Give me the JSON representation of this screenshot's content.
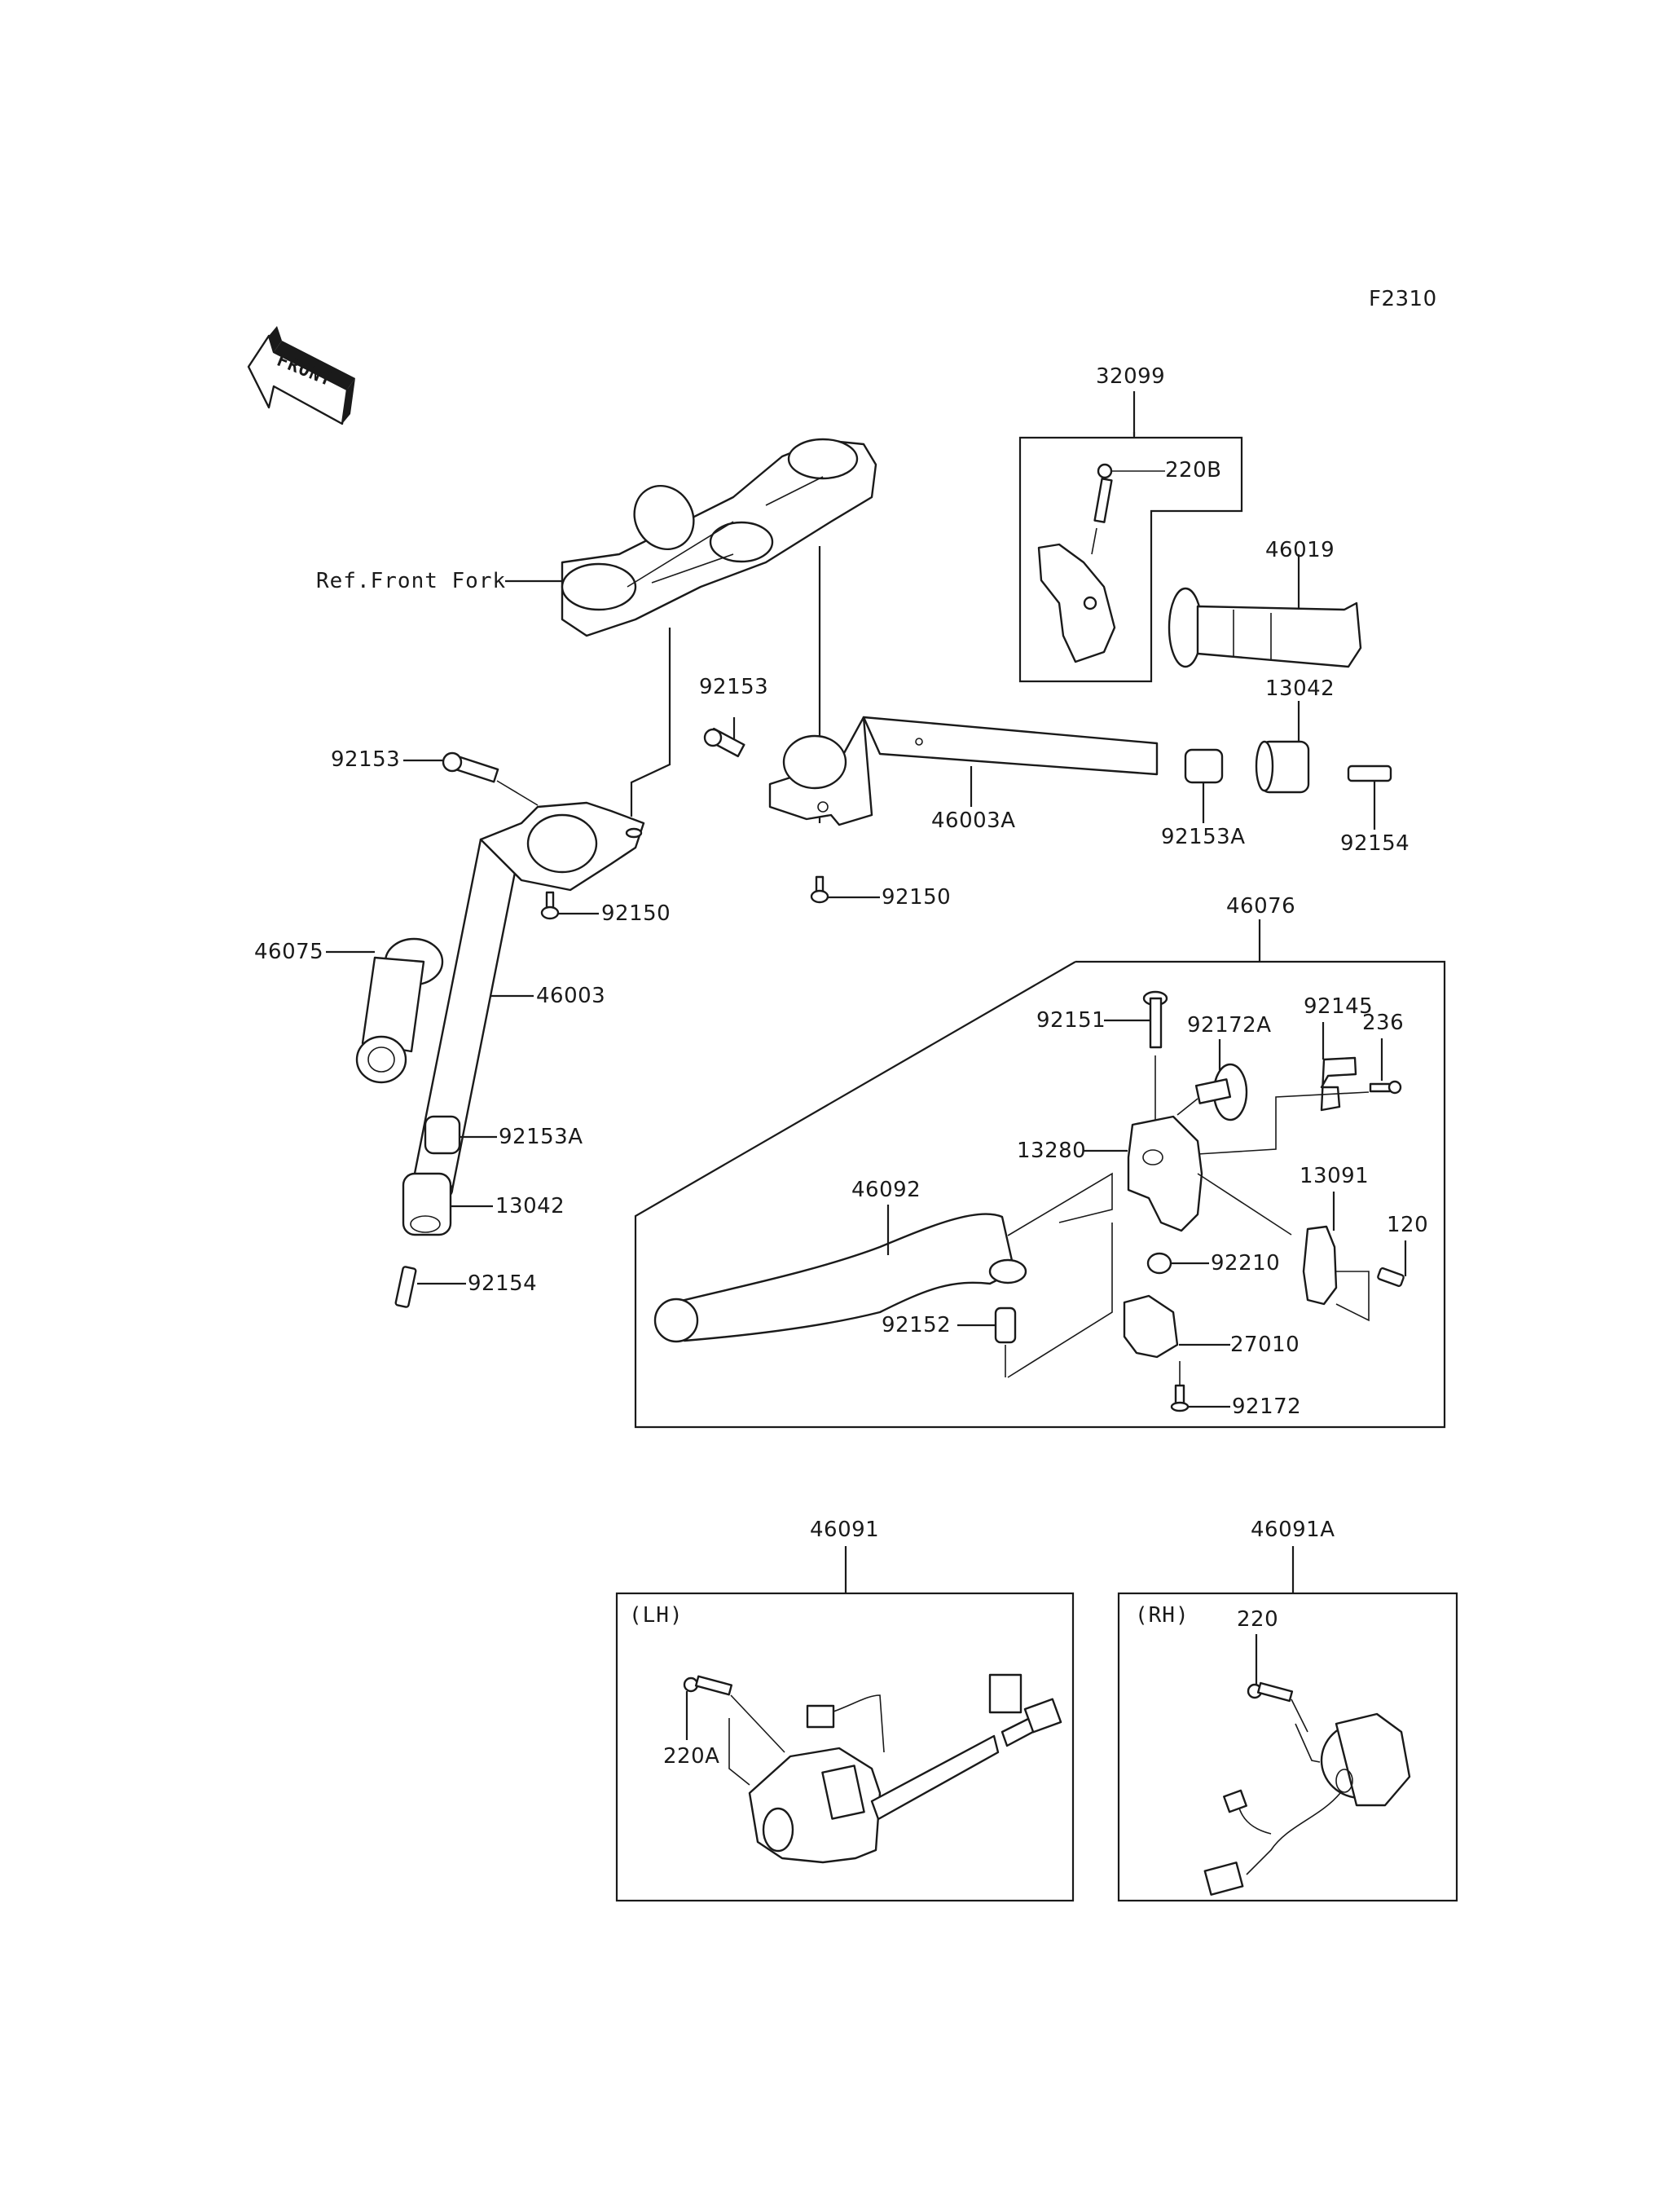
{
  "diagram": {
    "figure_code": "F2310",
    "front_arrow_text": "FRONT",
    "reference_label": "Ref.Front Fork",
    "parts": {
      "p32099": "32099",
      "p220B": "220B",
      "p46019": "46019",
      "p13042_right": "13042",
      "p92153_center": "92153",
      "p46003A": "46003A",
      "p92153A_right": "92153A",
      "p92154_right": "92154",
      "p92150_center": "92150",
      "p92153_left": "92153",
      "p92150_left": "92150",
      "p46075": "46075",
      "p46003": "46003",
      "p92153A_left": "92153A",
      "p13042_left": "13042",
      "p92154_left": "92154",
      "p46076": "46076",
      "p92151": "92151",
      "p92172A": "92172A",
      "p92145": "92145",
      "p236": "236",
      "p13280": "13280",
      "p46092": "46092",
      "p13091": "13091",
      "p120": "120",
      "p92210": "92210",
      "p92152": "92152",
      "p27010": "27010",
      "p92172": "92172",
      "p46091": "46091",
      "p220A": "220A",
      "p46091A": "46091A",
      "p220": "220"
    },
    "box_labels": {
      "lh": "(LH)",
      "rh": "(RH)"
    }
  }
}
